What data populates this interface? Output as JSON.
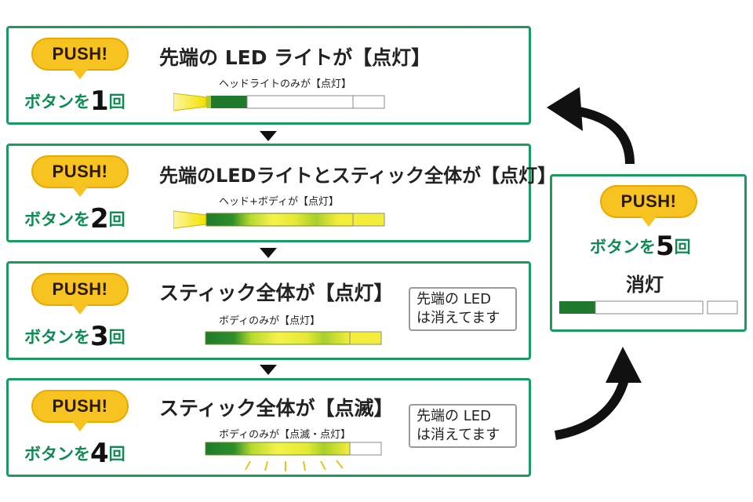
{
  "badge_text": "PUSH!",
  "press_prefix": "ボタンを",
  "press_suffix": "回",
  "steps": [
    {
      "count": "1",
      "title": "先端の LED ライトが【点灯】",
      "sub": "ヘッドライトのみが【点灯】"
    },
    {
      "count": "2",
      "title": "先端のLEDライトとスティック全体が【点灯】",
      "sub": "ヘッド+ボディが【点灯】"
    },
    {
      "count": "3",
      "title": "スティック全体が【点灯】",
      "sub": "ボディのみが【点灯】",
      "note": [
        "先端の LED",
        "は消えてます"
      ]
    },
    {
      "count": "4",
      "title": "スティック全体が【点滅】",
      "sub": "ボディのみが【点滅・点灯】",
      "note": [
        "先端の LED",
        "は消えてます"
      ]
    },
    {
      "count": "5",
      "title": "消灯"
    }
  ],
  "colors": {
    "panel_border": "#1b9a62",
    "badge_yellow": "#f7c320",
    "press_green": "#0e8a52",
    "stick_dark_green": "#1f7a2d",
    "stick_yellow": "#f4ee3a",
    "arrow": "#111111"
  }
}
